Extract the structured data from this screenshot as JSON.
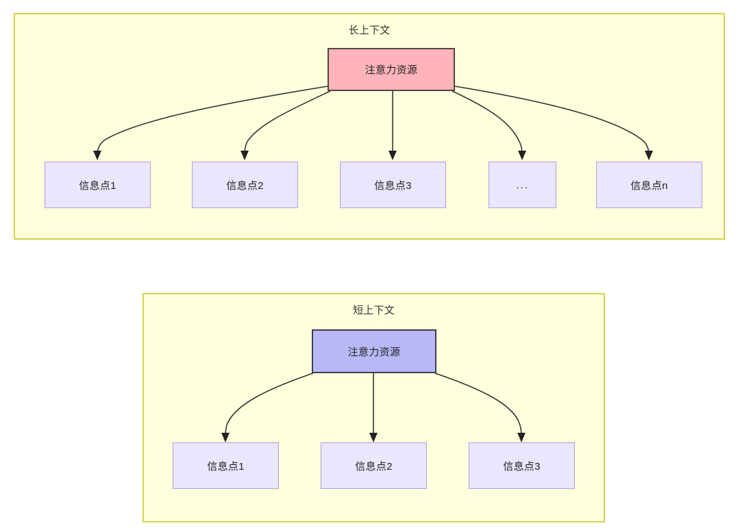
{
  "diagram": {
    "type": "flowchart",
    "colors": {
      "panel_fill": "#ffffdd",
      "panel_border": "#d6d14a",
      "attention_long_fill": "#ffb3ba",
      "attention_long_border": "#50453f",
      "attention_short_fill": "#b9b8f7",
      "attention_short_border": "#3c3c50",
      "info_fill": "#eae6fd",
      "info_border": "#b39ddb",
      "edge_stroke": "#333333",
      "text": "#222222"
    },
    "panels": [
      {
        "id": "long-context",
        "title": "长上下文",
        "root": {
          "label": "注意力资源"
        },
        "children": [
          {
            "label": "信息点1"
          },
          {
            "label": "信息点2"
          },
          {
            "label": "信息点3"
          },
          {
            "label": "..."
          },
          {
            "label": "信息点n"
          }
        ]
      },
      {
        "id": "short-context",
        "title": "短上下文",
        "root": {
          "label": "注意力资源"
        },
        "children": [
          {
            "label": "信息点1"
          },
          {
            "label": "信息点2"
          },
          {
            "label": "信息点3"
          }
        ]
      }
    ]
  }
}
